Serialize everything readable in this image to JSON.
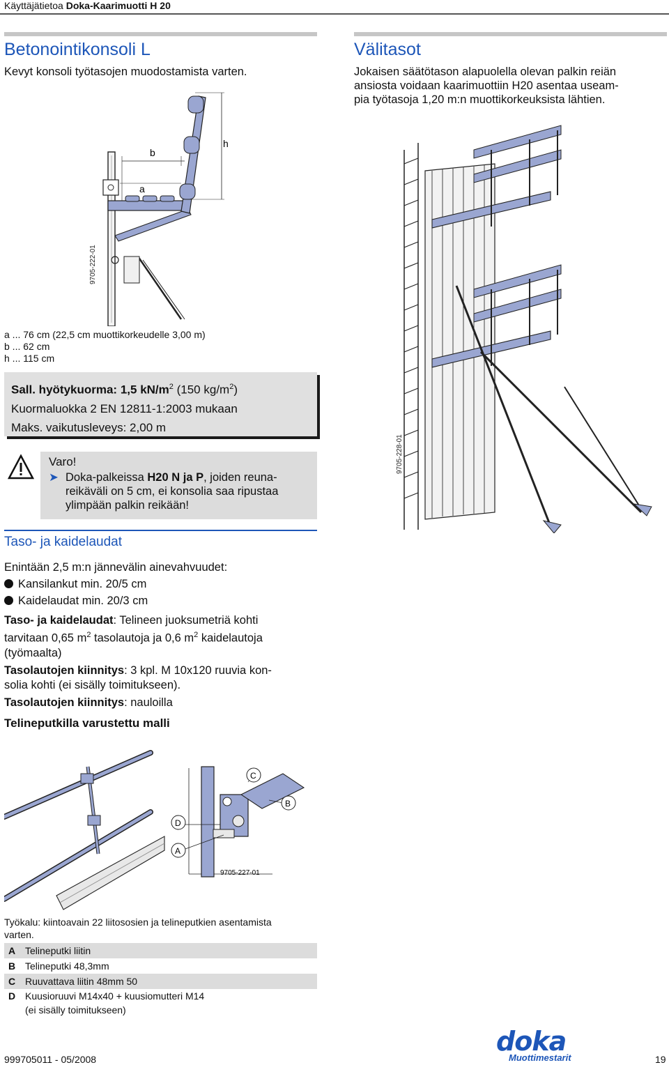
{
  "header": {
    "prefix": "Käyttäjätietoa",
    "title": "Doka-Kaarimuotti H 20"
  },
  "left": {
    "title": "Betonointikonsoli L",
    "subtitle": "Kevyt konsoli työtasojen muodostamista varten.",
    "figure": {
      "label_a": "a",
      "label_b": "b",
      "label_h": "h",
      "fig_id": "9705-222-01"
    },
    "dims": [
      "a ... 76 cm (22,5 cm muottikorkeudelle 3,00 m)",
      "b ... 62 cm",
      "h ... 115 cm"
    ],
    "load": {
      "line1_pre": "Sall. hyötykuorma:",
      "line1_mid": " 1,5 kN/m",
      "sup1": "2",
      "line1_mid2": " (150 kg/m",
      "sup2": "2",
      "line1_end": ")",
      "line2": "Kuormaluokka 2 EN 12811-1:2003 mukaan",
      "line3": "Maks. vaikutusleveys: 2,00 m"
    },
    "warning": {
      "title": "Varo!",
      "text_pre": "Doka-palkeissa ",
      "bold1": "H20 N ja P",
      "text_mid": ", joiden reuna-",
      "line2": "reikäväli on 5 cm, ei konsolia saa ripustaa",
      "line3": "ylimpään palkin reikään!"
    },
    "decking": {
      "title": "Taso- ja kaidelaudat",
      "intro": "Enintään 2,5 m:n jännevälin ainevahvuudet:",
      "bullets": [
        "Kansilankut min. 20/5 cm",
        "Kaidelaudat min. 20/3 cm"
      ],
      "p1_bold": "Taso- ja kaidelaudat",
      "p1_l1": ": Telineen juoksumetriä kohti",
      "p1_l2a": "tarvitaan 0,65 m",
      "p1_sup1": "2",
      "p1_l2b": " tasolautoja ja 0,6 m",
      "p1_sup2": "2",
      "p1_l2c": " kaidelautoja",
      "p1_l3": "(työmaalta)",
      "p2_bold": "Tasolautojen kiinnitys",
      "p2_l1": ": 3 kpl. M 10x120 ruuvia kon-",
      "p2_l2": "solia kohti (ei sisälly toimitukseen).",
      "p3_bold": "Tasolautojen kiinnitys",
      "p3_l1": ": nauloilla"
    },
    "pipe_title": "Telineputkilla varustettu malli",
    "pipe_figure": {
      "label_a": "A",
      "label_b": "B",
      "label_c": "C",
      "label_d": "D",
      "fig_id": "9705-227-01"
    },
    "tool_l1": "Työkalu: kiintoavain 22 liitososien ja telineputkien asentamista",
    "tool_l2": "varten.",
    "legend": [
      {
        "key": "A",
        "text": "Telineputki liitin"
      },
      {
        "key": "B",
        "text": "Telineputki 48,3mm"
      },
      {
        "key": "C",
        "text": "Ruuvattava liitin 48mm 50"
      },
      {
        "key": "D",
        "text": "Kuusioruuvi M14x40 + kuusiomutteri M14"
      }
    ],
    "legend_extra": "(ei sisälly toimitukseen)"
  },
  "right": {
    "title": "Välitasot",
    "l1": "Jokaisen säätötason alapuolella olevan palkin reiän",
    "l2": "ansiosta voidaan kaarimuottiin H20 asentaa useam-",
    "l3": "pia työtasoja 1,20 m:n muottikorkeuksista lähtien.",
    "fig_id": "9705-228-01"
  },
  "footer": {
    "doc": "999705011 - 05/2008",
    "page": "19",
    "logo": "doka",
    "logo_sub": "Muottimestarit"
  },
  "colors": {
    "accent": "#1d56b8",
    "steel": "#9aa6d1",
    "grey": "#c6c6c6"
  }
}
